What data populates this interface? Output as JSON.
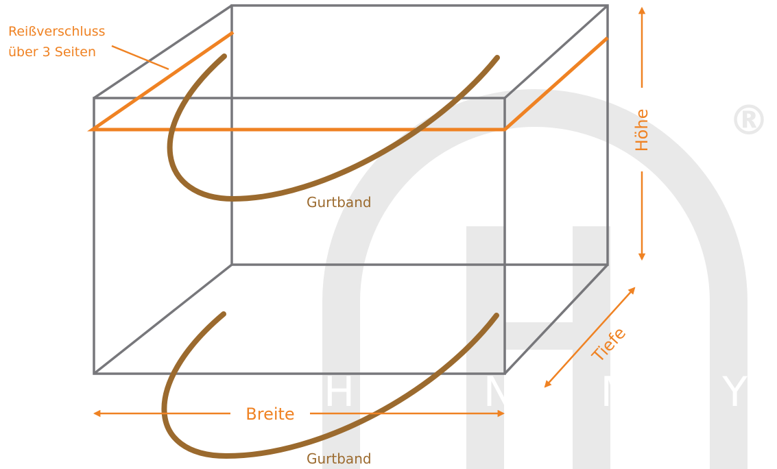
{
  "labels": {
    "zipper_line1": "Reißverschluss",
    "zipper_line2": "über 3 Seiten",
    "strap_top": "Gurtband",
    "strap_bottom": "Gurtband",
    "width": "Breite",
    "height": "Höhe",
    "depth": "Tiefe"
  },
  "watermark": {
    "brand": "HEINEMEYER",
    "registered": "®"
  },
  "colors": {
    "box_edges": "#77777b",
    "zipper": "#ef8223",
    "strap": "#9b6a2e",
    "dimension": "#ef8223",
    "watermark": "#e9e9e9"
  }
}
